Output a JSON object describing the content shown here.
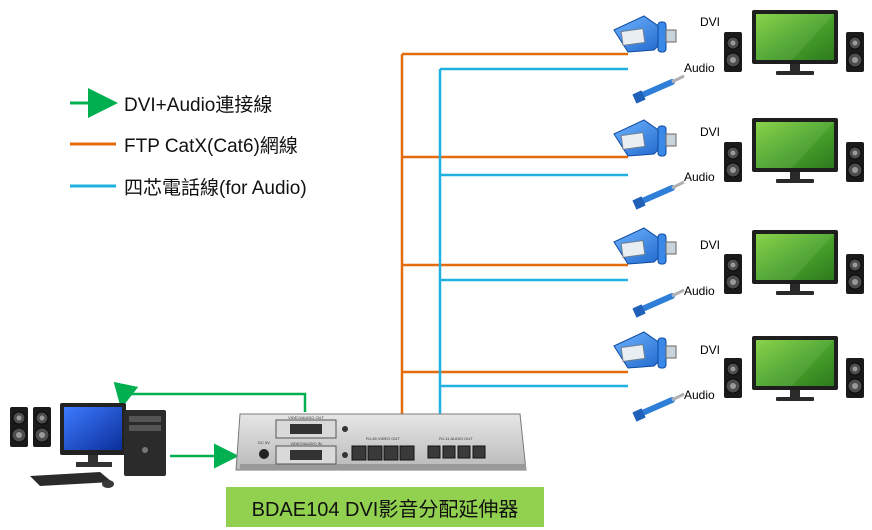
{
  "legend": {
    "dvi_audio": {
      "label": "DVI+Audio連接線",
      "color": "#00b050"
    },
    "ftp": {
      "label": "FTP CatX(Cat6)網線",
      "color": "#e46c0a"
    },
    "phone": {
      "label": "四芯電話線(for Audio)",
      "color": "#21b1e0"
    }
  },
  "device": {
    "caption": "BDAE104 DVI影音分配延伸器",
    "panel_top_label": "VIDEO/AUDIO OUT",
    "panel_bottom_label": "VIDEO/AUDIO IN",
    "rj45_label": "RJ-45 VIDEO OUT",
    "rj11_label": "RJ-11 AUDIO OUT",
    "dc_label": "DC 5V"
  },
  "receivers": [
    {
      "dvi_label": "DVI",
      "audio_label": "Audio"
    },
    {
      "dvi_label": "DVI",
      "audio_label": "Audio"
    },
    {
      "dvi_label": "DVI",
      "audio_label": "Audio"
    },
    {
      "dvi_label": "DVI",
      "audio_label": "Audio"
    }
  ]
}
